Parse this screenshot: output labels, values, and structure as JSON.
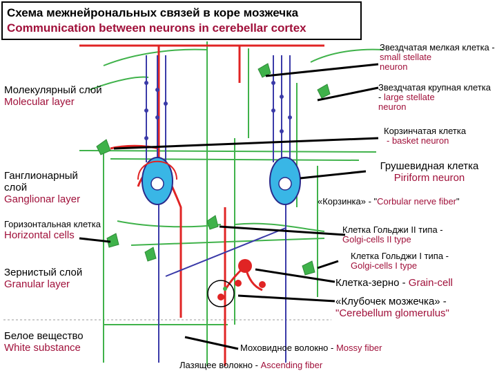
{
  "title": {
    "ru": "Схема межнейрональных связей в коре мозжечка",
    "en": "Communication between neurons in cerebellar cortex"
  },
  "layers": {
    "molecular": {
      "ru": "Молекулярный слой",
      "en": "Molecular layer"
    },
    "ganglionar": {
      "ru1": "Ганглионарный",
      "ru2": "слой",
      "en": "Ganglionar layer"
    },
    "horizontal": {
      "ru": "Горизонтальная клетка",
      "en": "Horizontal cells"
    },
    "granular": {
      "ru": "Зернистый слой",
      "en": "Granular layer"
    },
    "white": {
      "ru": "Белое вещество",
      "en": "White substance"
    }
  },
  "cells": {
    "small_stellate": {
      "ru": "Звездчатая мелкая клетка -",
      "en1": "small stellate",
      "en2": "neuron"
    },
    "large_stellate": {
      "ru": "Звездчатая крупная клетка -",
      "en1": "large stellate",
      "en2": "neuron"
    },
    "basket": {
      "ru": "Корзинчатая клетка",
      "en": "- basket neuron"
    },
    "piriform": {
      "ru": "Грушевидная клетка",
      "en": "Piriform neuron"
    },
    "corbular": {
      "ru": "«Корзинка» - \"",
      "en": "Corbular nerve fiber",
      "tail": "\""
    },
    "golgi2": {
      "ru": "Клетка Гольджи II типа -",
      "en": "Golgi-cells II type"
    },
    "golgi1": {
      "ru": "Клетка Гольджи I типа -",
      "en": "Golgi-cells I type"
    },
    "grain": {
      "ru": "Клетка-зерно - ",
      "en": "Grain-cell"
    },
    "glomerulus": {
      "ru": "«Клубочек мозжечка» -",
      "en": "\"Cerebellum glomerulus\""
    },
    "mossy": {
      "ru": "Моховидное волокно - ",
      "en": "Mossy fiber"
    },
    "ascending": {
      "ru": "Лазящее волокно - ",
      "en": "Ascending fiber"
    }
  },
  "colors": {
    "green": "#3fb24a",
    "red": "#e02424",
    "blue": "#3a3aa8",
    "cyan": "#39b6e6",
    "label_en": "#a0103a"
  }
}
